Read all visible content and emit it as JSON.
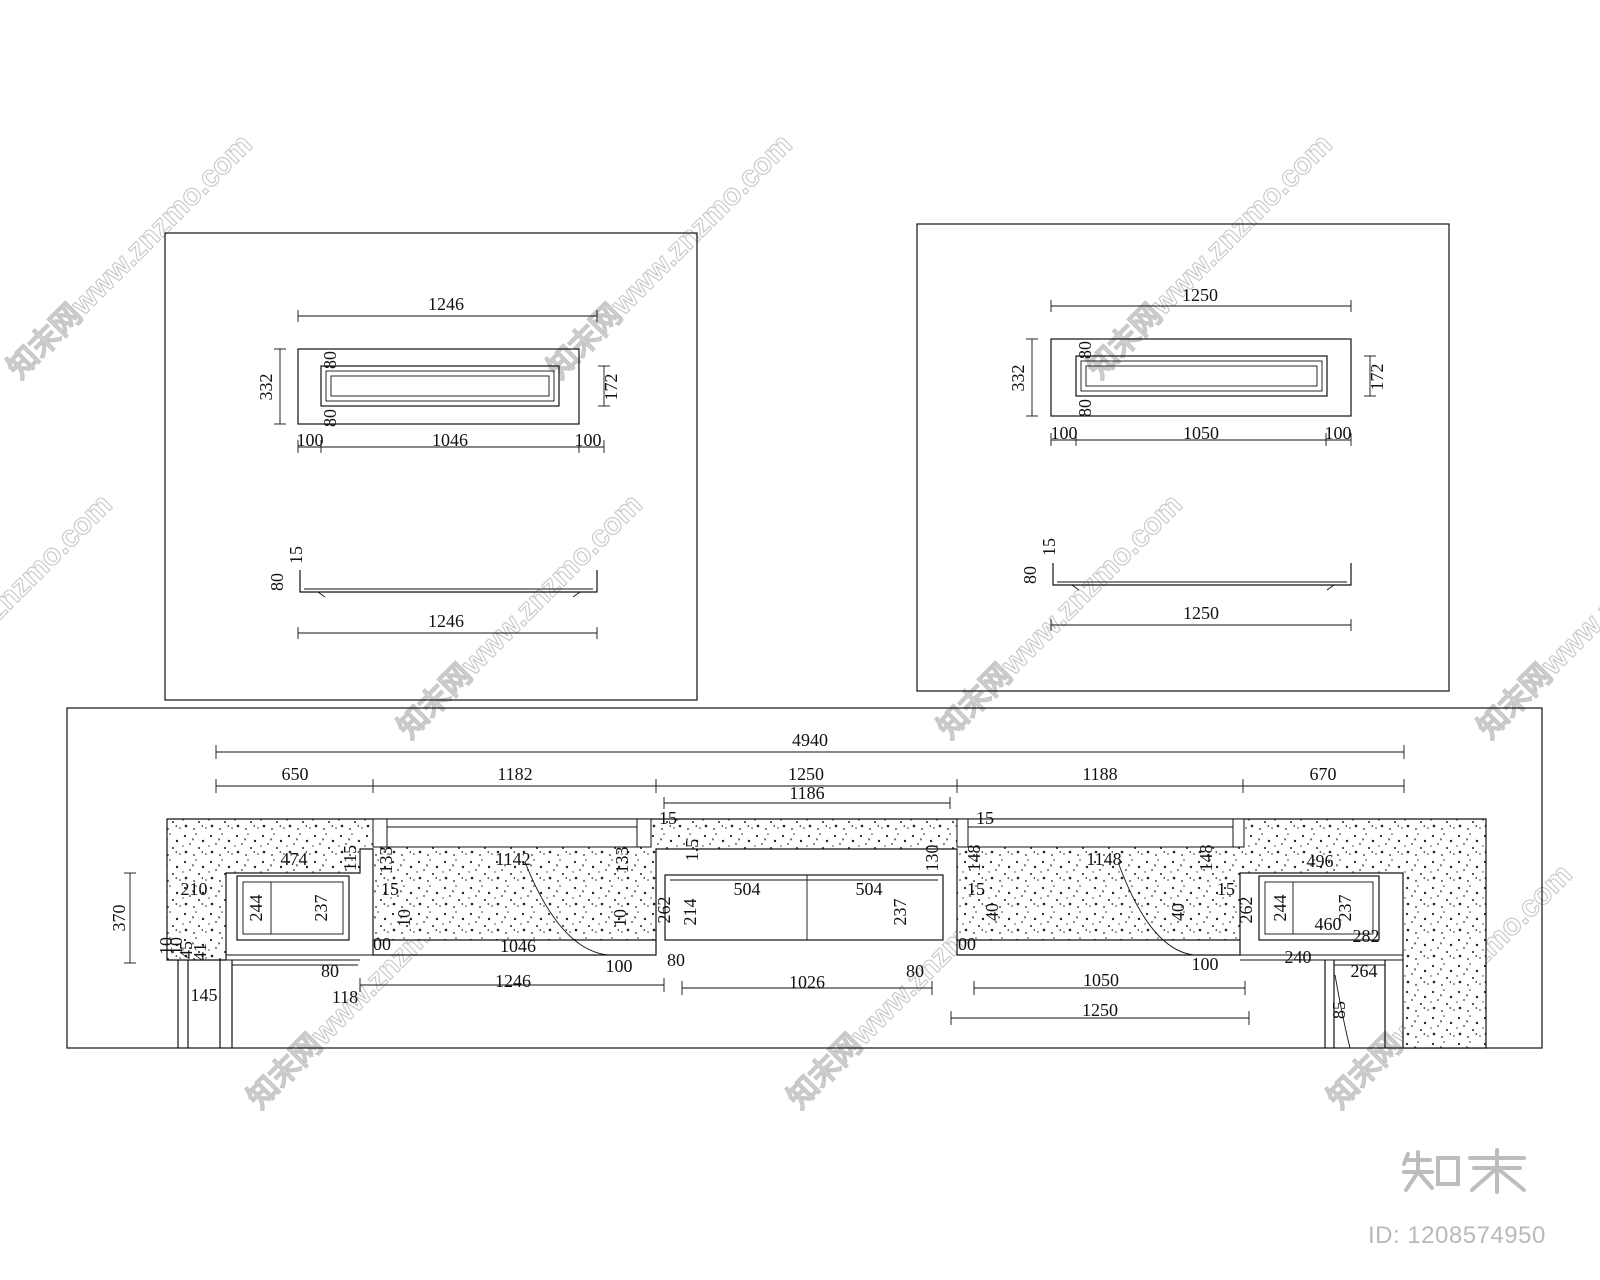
{
  "panels": {
    "left_panel": {
      "top_width": "1246",
      "height": "332",
      "rail_top": "80",
      "rail_bottom": "80",
      "inner_height": "172",
      "side_left": "100",
      "inner_width": "1046",
      "side_right": "100",
      "section_lip": "15",
      "section_height": "80",
      "section_width": "1246"
    },
    "right_panel": {
      "top_width": "1250",
      "height": "332",
      "rail_top": "80",
      "rail_bottom": "80",
      "inner_height": "172",
      "side_left": "100",
      "inner_width": "1050",
      "side_right": "100",
      "section_lip": "15",
      "section_height": "80",
      "section_width": "1250"
    }
  },
  "elevation": {
    "overall": "4940",
    "segments": [
      "650",
      "1182",
      "1250",
      "1188",
      "670"
    ],
    "center_sub": "1186",
    "labels": {
      "top_15_left": "15",
      "top_15_right": "15",
      "lbl_474": "474",
      "lbl_1142": "1142",
      "lbl_1148": "1148",
      "lbl_496": "496",
      "lbl_133_a": "133",
      "lbl_133_b": "133",
      "lbl_115": "115",
      "lbl_115_b": "1.5",
      "lbl_130": "130",
      "lbl_148_a": "148",
      "lbl_148_b": "148",
      "lbl_210": "210",
      "lbl_370": "370",
      "lbl_244_l": "244",
      "lbl_237_l": "237",
      "lbl_15_a": "15",
      "lbl_15_b": "15",
      "lbl_15_c": "15",
      "lbl_10_a": "10",
      "lbl_10_b": "10",
      "lbl_10_c": "10",
      "lbl_40_a": "40",
      "lbl_40_b": "40",
      "lbl_504_a": "504",
      "lbl_504_b": "504",
      "lbl_214": "214",
      "lbl_237_c": "237",
      "lbl_262_a": "262",
      "lbl_262_b": "262",
      "lbl_244_r": "244",
      "lbl_237_r": "237",
      "lbl_460": "460",
      "lbl_282": "282",
      "lbl_00_a": "00",
      "lbl_00_b": "00",
      "lbl_1046": "1046",
      "lbl_100_a": "100",
      "lbl_100_b": "100",
      "lbl_80_a": "80",
      "lbl_80_b": "80",
      "lbl_80_c": "80",
      "lbl_240": "240",
      "lbl_264": "264",
      "lbl_1246": "1246",
      "lbl_1026": "1026",
      "lbl_1050": "1050",
      "lbl_1250": "1250",
      "lbl_118": "118",
      "lbl_145": "145",
      "lbl_85": "85",
      "lbl_10_v": "10",
      "lbl_45_v": "45",
      "lbl_41_v": "41"
    }
  },
  "watermark_text": "知末网www.znzmo.com",
  "brand": {
    "logo_text": "知末",
    "id_text": "ID: 1208574950",
    "logo_color": "#bdbdbd",
    "id_color": "#b9b9b9"
  },
  "colors": {
    "line": "#111111",
    "watermark": "#c8c8c8",
    "background": "#ffffff"
  }
}
